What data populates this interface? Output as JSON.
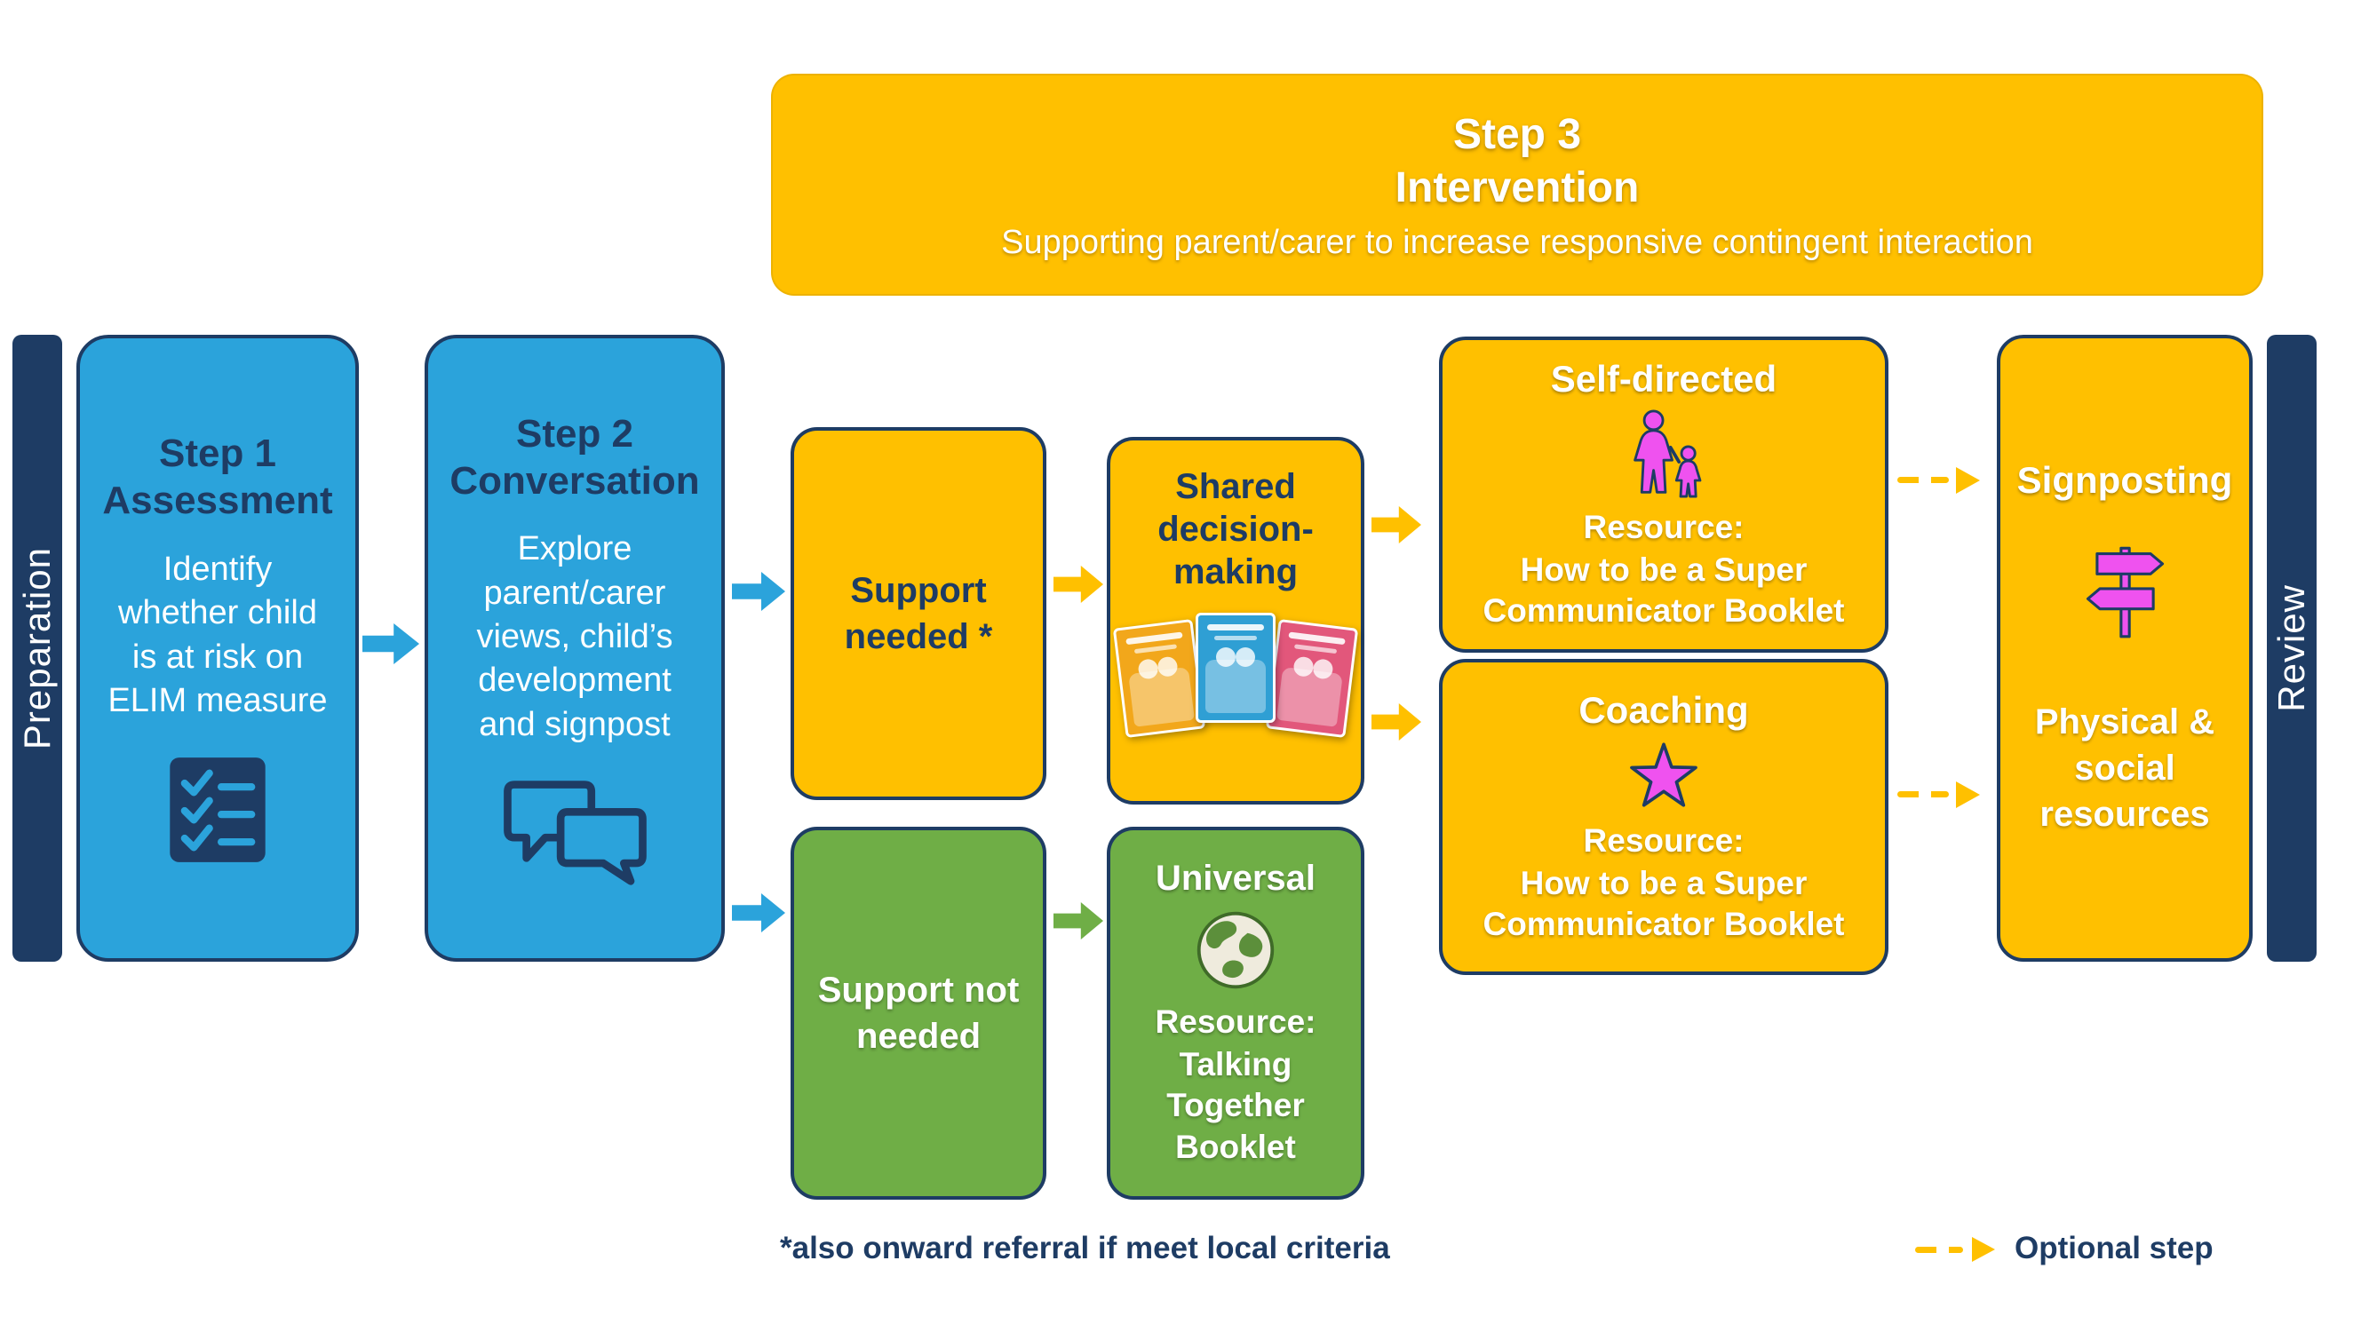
{
  "banner": {
    "title_line1": "Step 3",
    "title_line2": "Intervention",
    "subtitle": "Supporting parent/carer to increase responsive contingent interaction"
  },
  "rails": {
    "left": "Preparation",
    "right": "Review"
  },
  "steps": {
    "step1": {
      "title_line1": "Step 1",
      "title_line2": "Assessment",
      "body": "Identify whether child is at risk on ELIM measure",
      "icon": "checklist-icon"
    },
    "step2": {
      "title_line1": "Step 2",
      "title_line2": "Conversation",
      "body": "Explore parent/carer views, child’s development and signpost",
      "icon": "speech-bubbles-icon"
    }
  },
  "branches": {
    "support_needed": {
      "label": "Support needed *"
    },
    "support_not_needed": {
      "label": "Support not needed"
    }
  },
  "shared_decision": {
    "label": "Shared decision-making",
    "icon": "booklet-covers"
  },
  "universal": {
    "title": "Universal",
    "icon": "globe-icon",
    "resource_label": "Resource:",
    "resource_name": "Talking Together Booklet"
  },
  "self_directed": {
    "title": "Self-directed",
    "icon": "parent-child-icon",
    "resource_label": "Resource:",
    "resource_name": "How to be a Super Communicator Booklet"
  },
  "coaching": {
    "title": "Coaching",
    "icon": "star-icon",
    "resource_label": "Resource:",
    "resource_name": "How to be a Super Communicator Booklet"
  },
  "signposting": {
    "title": "Signposting",
    "icon": "signpost-icon",
    "body": "Physical & social resources"
  },
  "footnote": "*also onward referral if meet local criteria",
  "legend": {
    "label": "Optional step"
  },
  "colors": {
    "navy": "#1E3C64",
    "blue": "#2BA3DB",
    "yellow": "#FFC000",
    "green": "#6FAE46",
    "magenta": "#EF52EF"
  }
}
